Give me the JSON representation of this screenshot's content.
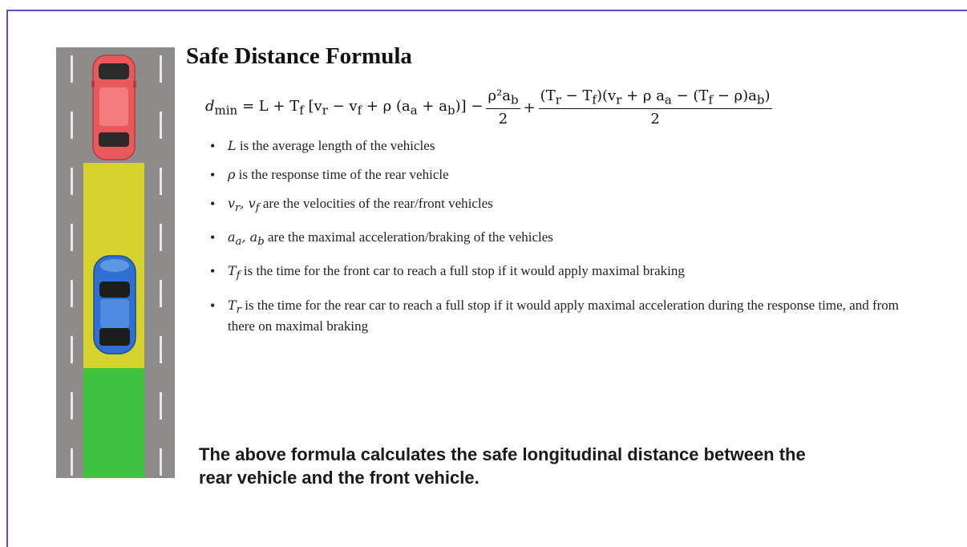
{
  "slide": {
    "title": "Safe Distance Formula",
    "formula": {
      "lhs": "d",
      "lhs_sub": "min",
      "part1": " = L + T",
      "part1_sub": "f",
      "part2": " [v",
      "part2_sub": "r",
      "part3": " − v",
      "part3_sub": "f",
      "part4": " + ρ (a",
      "part4_sub": "a",
      "part5": " + a",
      "part5_sub": "b",
      "part6": ")] − ",
      "frac1_num": "ρ²a",
      "frac1_num_sub": "b",
      "frac1_den": "2",
      "plus": " + ",
      "frac2_num": "(T",
      "frac2_num_sub1": "r",
      "frac2_num_mid1": " − T",
      "frac2_num_sub2": "f",
      "frac2_num_mid2": ")(v",
      "frac2_num_sub3": "r",
      "frac2_num_mid3": " + ρ a",
      "frac2_num_sub4": "a",
      "frac2_num_mid4": " − (T",
      "frac2_num_sub5": "f",
      "frac2_num_mid5": " − ρ)a",
      "frac2_num_sub6": "b",
      "frac2_num_end": ")",
      "frac2_den": "2"
    },
    "bullets": [
      {
        "var": "L",
        "sub": "",
        "text": " is the average length of the vehicles"
      },
      {
        "var": "ρ",
        "sub": "",
        "text": " is the response time of the rear vehicle"
      },
      {
        "var": "v",
        "sub": "r",
        "var2": ", v",
        "sub2": "f",
        "text": " are the velocities of the rear/front vehicles"
      },
      {
        "var": "a",
        "sub": "a",
        "var2": ", a",
        "sub2": "b",
        "text": " are the maximal acceleration/braking of the vehicles"
      },
      {
        "var": "T",
        "sub": "f",
        "text": " is the time for the front car to reach a full stop if it would apply maximal braking"
      },
      {
        "var": "T",
        "sub": "r",
        "text": " is the time for the rear car to reach a full stop if it would apply maximal acceleration during the response time, and from there on maximal braking"
      }
    ],
    "caption": "The above formula calculates the safe longitudinal distance between the rear vehicle and the front vehicle.",
    "colors": {
      "frame": "#6a49c9",
      "road": "#8e8c8b",
      "zone_yellow": "#d5d12d",
      "zone_green": "#3ec240",
      "front_car": "#e8595b",
      "rear_car": "#2f6fd0"
    },
    "illustration": {
      "front_car_icon": "red-car-icon",
      "rear_car_icon": "blue-car-icon"
    }
  }
}
